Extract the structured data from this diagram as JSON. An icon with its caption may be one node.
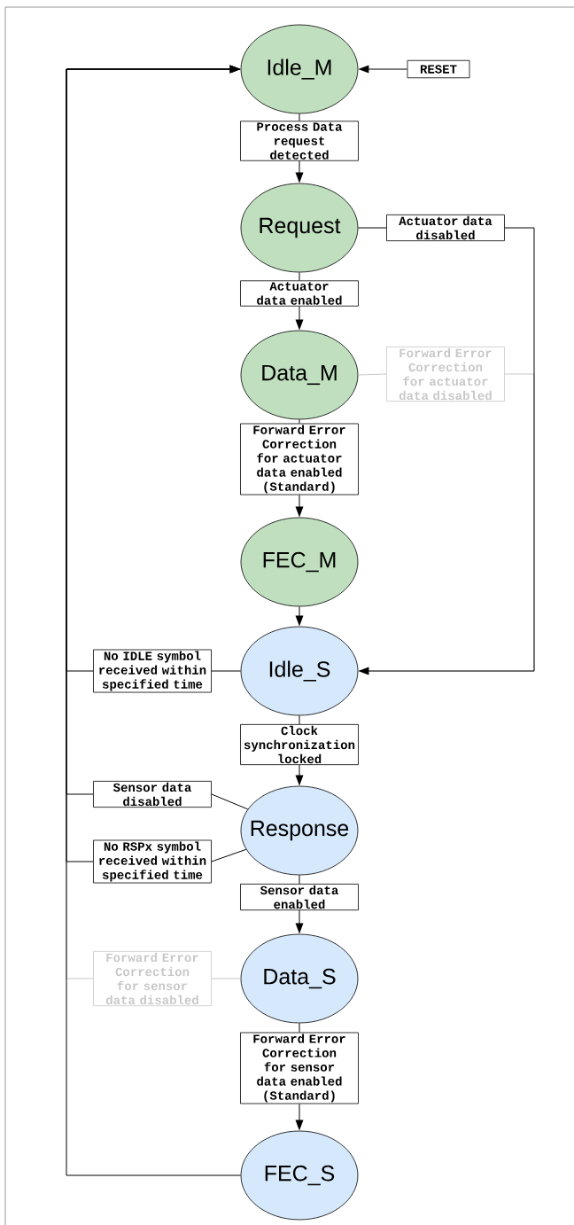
{
  "diagram": {
    "nodes": [
      {
        "text": [
          "Idle_M"
        ]
      },
      {
        "text": [
          "RESET"
        ]
      },
      {
        "text": [
          "Process Data request detected"
        ]
      },
      {
        "text": [
          "Request"
        ]
      },
      {
        "text": [
          "Actuator data disabled"
        ]
      },
      {
        "text": [
          "Actuator data enabled"
        ]
      },
      {
        "text": [
          "Data_M"
        ]
      },
      {
        "text": [
          "Forward Error Correction for actuator data disabled"
        ]
      },
      {
        "text": [
          "Forward Error Correction for actuator data enabled (Standard)"
        ]
      },
      {
        "text": [
          "FEC_M"
        ]
      },
      {
        "text": [
          "No IDLE symbol received within specified time"
        ]
      },
      {
        "text": [
          "Idle_S"
        ]
      },
      {
        "text": [
          "Clock synchronization locked"
        ]
      },
      {
        "text": [
          "Sensor data disabled"
        ]
      },
      {
        "text": [
          "Response"
        ]
      },
      {
        "text": [
          "No RSPx symbol received within specified time"
        ]
      },
      {
        "text": [
          "Sensor data enabled"
        ]
      },
      {
        "text": [
          "Forward Error Correction for sensor data disabled"
        ]
      },
      {
        "text": [
          "Data_S"
        ]
      },
      {
        "text": [
          "Forward Error Correction for sensor data enabled (Standard)"
        ]
      },
      {
        "text": [
          "FEC_S"
        ]
      }
    ],
    "edges": [
      {
        "from": 1,
        "to": 0,
        "arrow": "to"
      },
      {
        "from": 0,
        "to": 2,
        "arrow": "none"
      },
      {
        "from": 2,
        "to": 3,
        "arrow": "to"
      },
      {
        "from": 3,
        "to": 4,
        "arrow": "none"
      },
      {
        "from": 4,
        "to": 11,
        "arrow": "to"
      },
      {
        "from": 3,
        "to": 5,
        "arrow": "none"
      },
      {
        "from": 5,
        "to": 6,
        "arrow": "to"
      },
      {
        "from": 6,
        "to": 7,
        "arrow": "none",
        "color": "#c8c8c8"
      },
      {
        "from": 7,
        "to": 11,
        "arrow": "to",
        "color": "#c8c8c8"
      },
      {
        "from": 6,
        "to": 8,
        "arrow": "none"
      },
      {
        "from": 8,
        "to": 9,
        "arrow": "to"
      },
      {
        "from": 9,
        "to": 11,
        "arrow": "to"
      },
      {
        "from": 11,
        "to": 10,
        "arrow": "none"
      },
      {
        "from": 10,
        "to": 0,
        "arrow": "to"
      },
      {
        "from": 11,
        "to": 12,
        "arrow": "none"
      },
      {
        "from": 12,
        "to": 14,
        "arrow": "to"
      },
      {
        "from": 14,
        "to": 13,
        "arrow": "none"
      },
      {
        "from": 13,
        "to": 0,
        "arrow": "to"
      },
      {
        "from": 14,
        "to": 15,
        "arrow": "none"
      },
      {
        "from": 15,
        "to": 0,
        "arrow": "to"
      },
      {
        "from": 14,
        "to": 16,
        "arrow": "none"
      },
      {
        "from": 16,
        "to": 18,
        "arrow": "to"
      },
      {
        "from": 18,
        "to": 17,
        "arrow": "none",
        "color": "#c8c8c8"
      },
      {
        "from": 17,
        "to": 0,
        "arrow": "none",
        "color": "#c8c8c8"
      },
      {
        "from": 18,
        "to": 19,
        "arrow": "none"
      },
      {
        "from": 19,
        "to": 20,
        "arrow": "to"
      },
      {
        "from": 20,
        "to": 0,
        "arrow": "to"
      }
    ]
  }
}
